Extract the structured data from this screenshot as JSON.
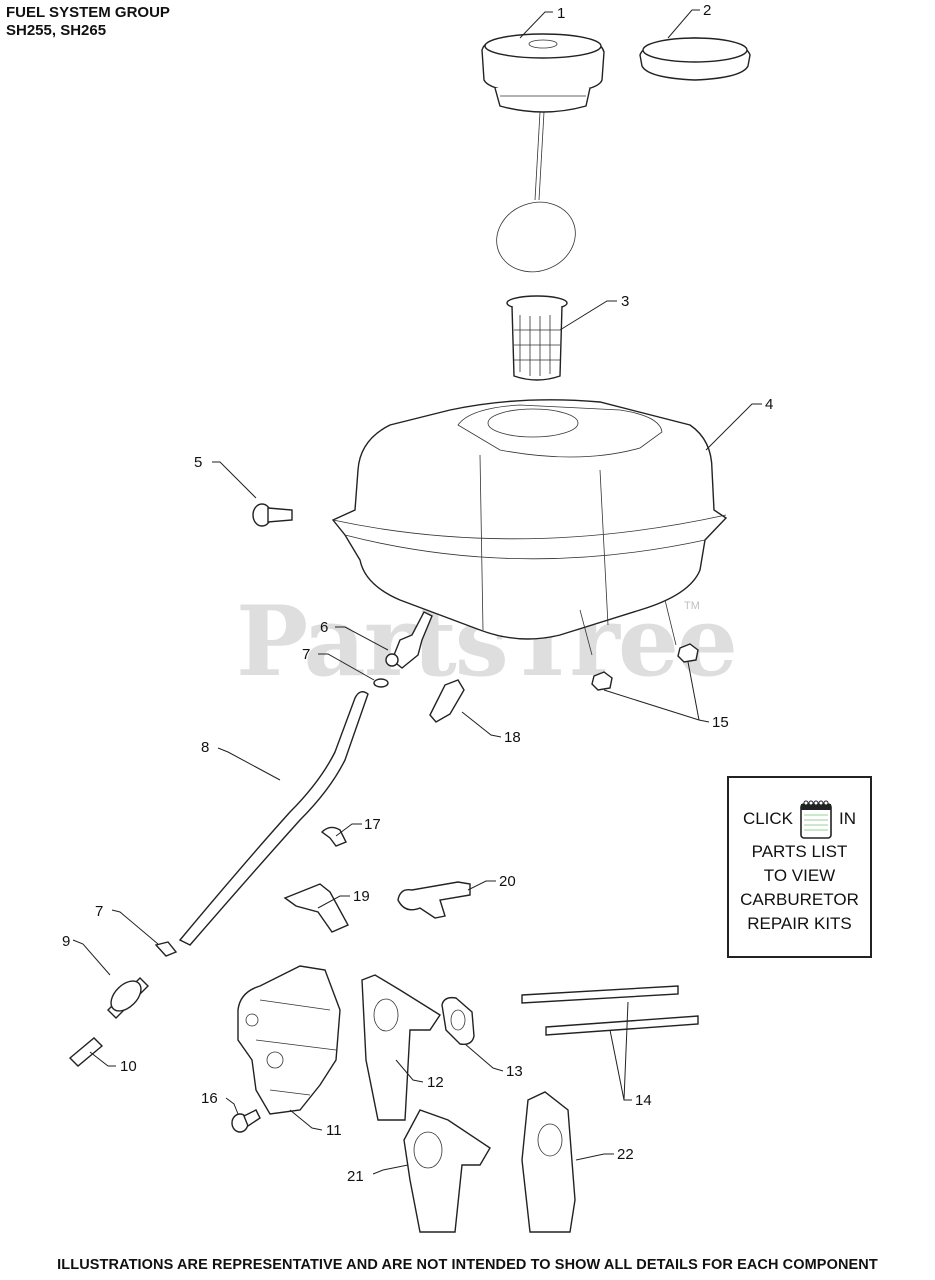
{
  "header": {
    "title": "FUEL SYSTEM GROUP",
    "models": "SH255, SH265"
  },
  "watermark": {
    "text": "PartsTree",
    "tm": "TM"
  },
  "callouts": {
    "c1": "1",
    "c2": "2",
    "c3": "3",
    "c4": "4",
    "c5": "5",
    "c6": "6",
    "c7a": "7",
    "c7b": "7",
    "c8": "8",
    "c9": "9",
    "c10": "10",
    "c11": "11",
    "c12": "12",
    "c13": "13",
    "c14": "14",
    "c15": "15",
    "c16": "16",
    "c17": "17",
    "c18": "18",
    "c19": "19",
    "c20": "20",
    "c21": "21",
    "c22": "22"
  },
  "note": {
    "click": "CLICK",
    "in": "IN",
    "line2": "PARTS LIST",
    "line3": "TO VIEW",
    "line4": "CARBURETOR",
    "line5": "REPAIR KITS",
    "icon": "notepad-icon"
  },
  "footer": {
    "text": "ILLUSTRATIONS ARE REPRESENTATIVE AND ARE NOT INTENDED TO SHOW ALL DETAILS FOR EACH COMPONENT"
  }
}
